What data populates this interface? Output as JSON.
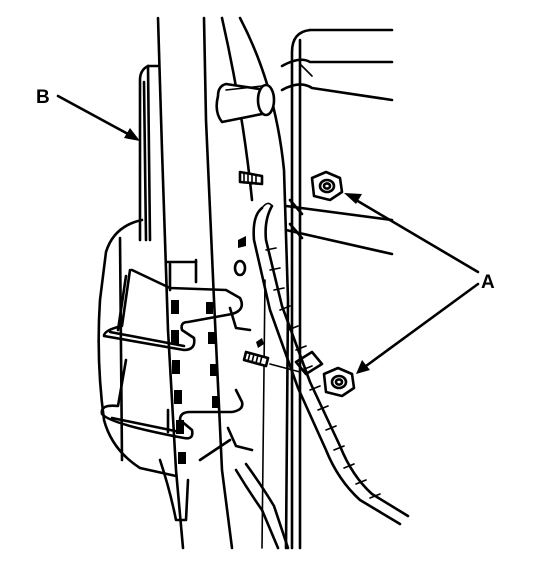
{
  "diagram": {
    "callouts": {
      "a": {
        "label": "A",
        "points_to": "mounting-nuts"
      },
      "b": {
        "label": "B",
        "points_to": "mounting-bracket"
      }
    },
    "colors": {
      "line": "#000000",
      "background": "#ffffff"
    }
  }
}
